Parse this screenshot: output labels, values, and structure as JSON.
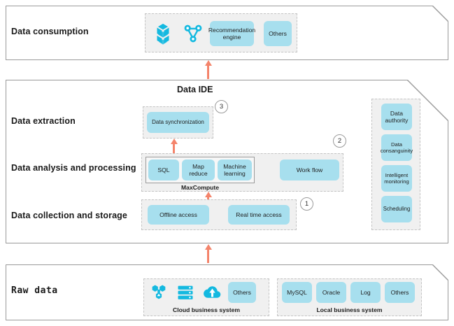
{
  "diagram": {
    "title": "Data IDE",
    "accent_blue": "#00b6e3",
    "chip_blue": "#a7dfee",
    "arrow_color": "#f4846b",
    "panel_border": "#9a9a9a",
    "group_fill": "#f0f0f0"
  },
  "rows": {
    "consumption": "Data consumption",
    "extraction": "Data extraction",
    "analysis": "Data analysis and processing",
    "collection": "Data collection and storage",
    "raw": "Raw data"
  },
  "consumption": {
    "icons": [
      {
        "name": "cube-icon",
        "label": "cube-icon"
      },
      {
        "name": "network-graph-icon",
        "label": "network-graph-icon"
      }
    ],
    "chips": [
      {
        "label": "Recommendation\nengine",
        "line1": "Recommendation",
        "line2": "engine"
      },
      {
        "label": "Others",
        "line1": "Others",
        "line2": ""
      }
    ]
  },
  "extraction": {
    "chips": [
      {
        "line1": "Data synchronization",
        "line2": ""
      }
    ]
  },
  "analysis": {
    "maxcompute_caption": "MaxCompute",
    "maxcompute_chips": [
      {
        "line1": "SQL",
        "line2": ""
      },
      {
        "line1": "Map",
        "line2": "reduce"
      },
      {
        "line1": "Machine",
        "line2": "learning"
      }
    ],
    "chips": [
      {
        "line1": "Work flow",
        "line2": ""
      }
    ]
  },
  "collection": {
    "chips": [
      {
        "line1": "Offline access",
        "line2": ""
      },
      {
        "line1": "Real time access",
        "line2": ""
      }
    ]
  },
  "governance": {
    "chips": [
      {
        "line1": "Data",
        "line2": "authority"
      },
      {
        "line1": "Data",
        "line2": "consanguinity"
      },
      {
        "line1": "Intelligent",
        "line2": "monitoring"
      },
      {
        "line1": "Scheduling",
        "line2": ""
      }
    ]
  },
  "raw": {
    "cloud": {
      "caption": "Cloud business system",
      "icons": [
        {
          "name": "server-cluster-icon"
        },
        {
          "name": "database-stack-icon"
        },
        {
          "name": "cloud-upload-icon"
        }
      ],
      "chips": [
        {
          "line1": "Others",
          "line2": ""
        }
      ]
    },
    "local": {
      "caption": "Local business system",
      "chips": [
        {
          "line1": "MySQL",
          "line2": ""
        },
        {
          "line1": "Oracle",
          "line2": ""
        },
        {
          "line1": "Log",
          "line2": ""
        },
        {
          "line1": "Others",
          "line2": ""
        }
      ]
    }
  },
  "badges": {
    "one": "1",
    "two": "2",
    "three": "3"
  }
}
